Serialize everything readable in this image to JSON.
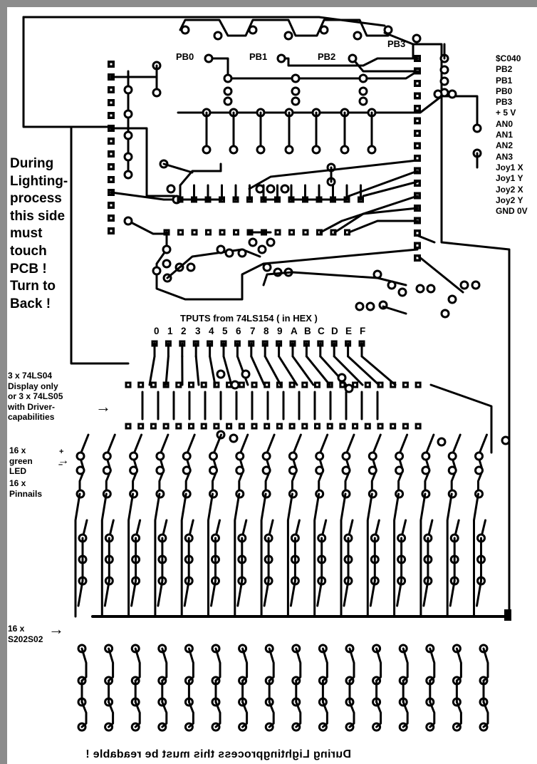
{
  "port_labels": [
    "PB0",
    "PB1",
    "PB2",
    "PB3"
  ],
  "signal_list": [
    "$C040",
    "PB2",
    "PB1",
    "PB0",
    "PB3",
    "+ 5 V",
    "AN0",
    "AN1",
    "AN2",
    "AN3",
    "Joy1 X",
    "Joy1 Y",
    "Joy2 X",
    "Joy2 Y",
    "GND 0V"
  ],
  "side_note": [
    "During",
    "Lighting-",
    "process",
    "this side",
    "must",
    "touch",
    "PCB !",
    "Turn to",
    "Back !"
  ],
  "outputs_title": "TPUTS from 74LS154 ( in HEX )",
  "hex_digits": [
    "0",
    "1",
    "2",
    "3",
    "4",
    "5",
    "6",
    "7",
    "8",
    "9",
    "A",
    "B",
    "C",
    "D",
    "E",
    "F"
  ],
  "inverter_note": [
    "3 x 74LS04",
    "Display only",
    "or 3 x 74LS05",
    "with Driver-",
    "capabilities"
  ],
  "led_note": [
    "16 x",
    "green",
    "LED"
  ],
  "led_polarity": [
    "+",
    "–"
  ],
  "pinnails_note": [
    "16 x",
    "Pinnails"
  ],
  "switch_note": [
    "16 x",
    "S202S02"
  ],
  "arrow_glyph": "→",
  "mirrored_note": "During Lightingprocess this must be readable !"
}
